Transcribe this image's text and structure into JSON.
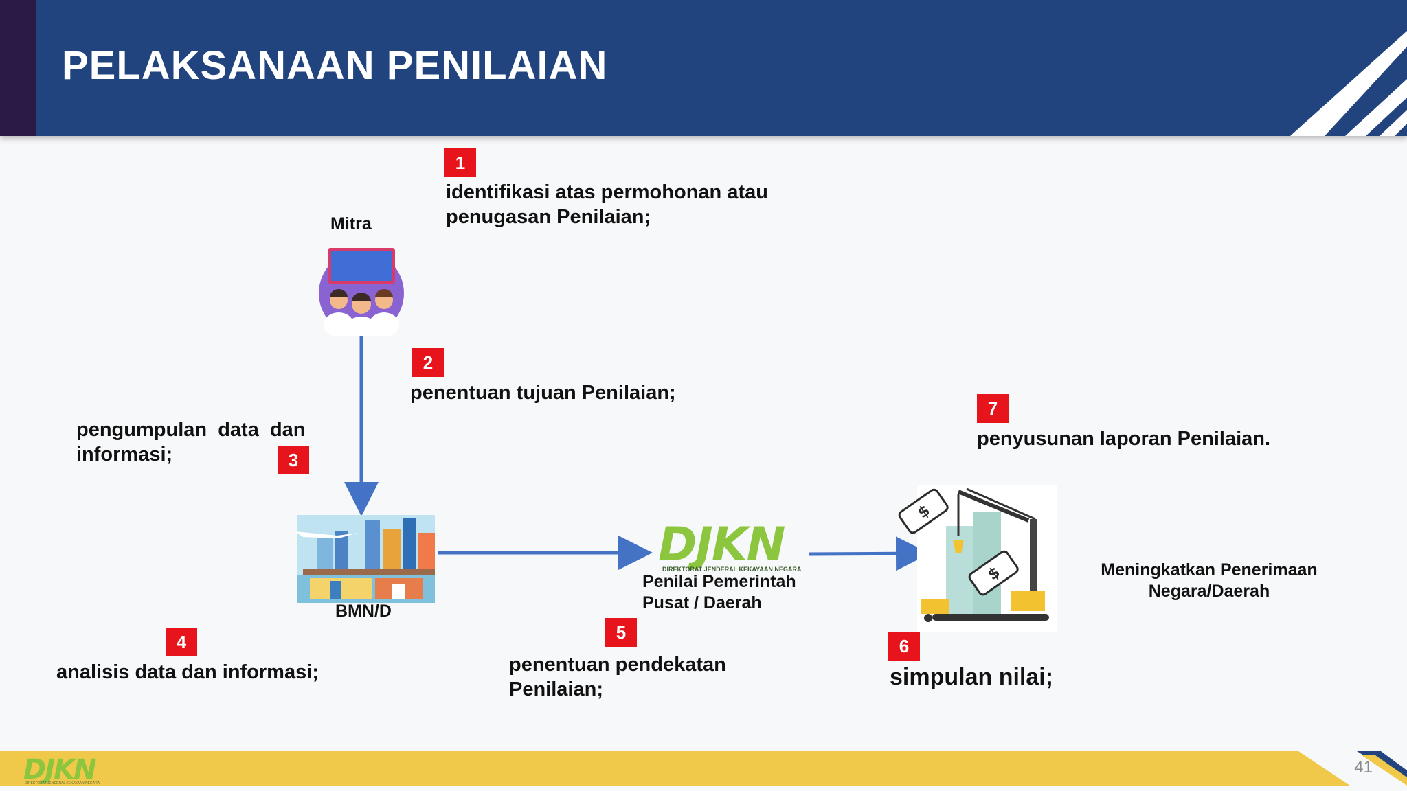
{
  "header": {
    "title": "PELAKSANAAN PENILAIAN"
  },
  "steps": [
    {
      "number": "1",
      "text_line1": "identifikasi atas permohonan atau",
      "text_line2": "penugasan Penilaian;"
    },
    {
      "number": "2",
      "text_line1": "penentuan tujuan Penilaian;"
    },
    {
      "number": "3",
      "text_line1": "pengumpulan  data  dan",
      "text_line2": "informasi;"
    },
    {
      "number": "4",
      "text_line1": "analisis data dan informasi;"
    },
    {
      "number": "5",
      "text_line1": "penentuan pendekatan",
      "text_line2": "Penilaian;"
    },
    {
      "number": "6",
      "text_line1": "simpulan nilai;"
    },
    {
      "number": "7",
      "text_line1": "penyusunan laporan Penilaian."
    }
  ],
  "nodes": {
    "mitra": "Mitra",
    "bmn": "BMN/D",
    "penilai_line1": "Penilai Pemerintah",
    "penilai_line2": "Pusat / Daerah",
    "outcome_line1": "Meningkatkan Penerimaan",
    "outcome_line2": "Negara/Daerah"
  },
  "logo": {
    "word": "DJKN",
    "subtitle": "DIREKTORAT JENDERAL KEKAYAAN NEGARA"
  },
  "footer": {
    "logo_word": "DJKN",
    "logo_subtitle": "DIREKTORAT JENDERAL KEKAYAAN NEGARA",
    "page_number": "41"
  },
  "colors": {
    "header_bg": "#22447e",
    "badge": "#e8141b",
    "arrow": "#4472c4",
    "footer_bar": "#f0c84a",
    "logo_green": "#8cc63f"
  },
  "icons": [
    "people-monitor-icon",
    "city-infrastructure-icon",
    "money-construction-icon"
  ]
}
